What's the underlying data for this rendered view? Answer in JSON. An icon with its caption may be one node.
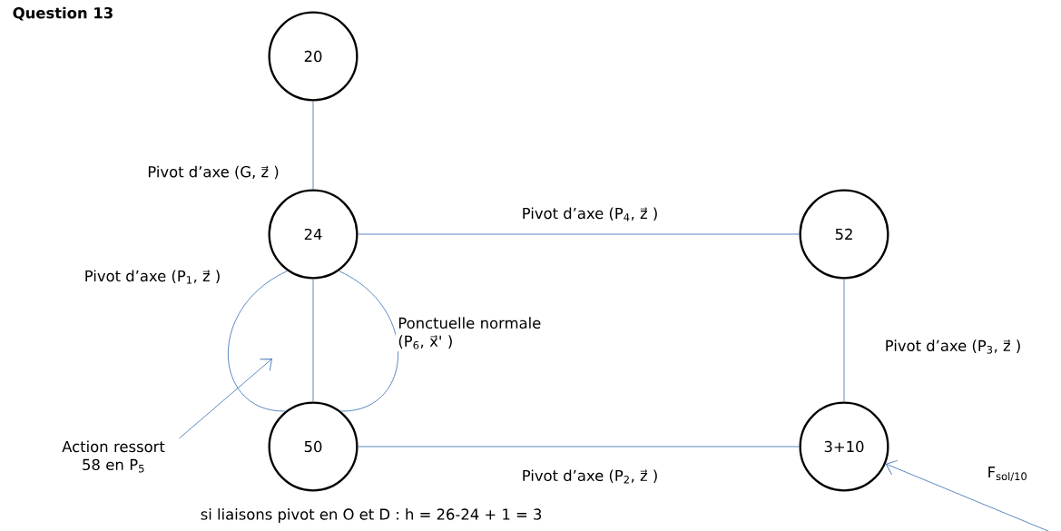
{
  "diagram": {
    "title": "Question 13",
    "nodes": [
      {
        "text": [
          "20"
        ]
      },
      {
        "text": [
          "24"
        ]
      },
      {
        "text": [
          "52"
        ]
      },
      {
        "text": [
          "50"
        ]
      },
      {
        "text": [
          "3+10"
        ]
      },
      {
        "text": [
          "Action ressort 58 en P$_{5}$"
        ]
      }
    ],
    "edges": [
      {
        "from": 0,
        "to": 1,
        "arrow": "none",
        "label": "Pivot d’axe (G, z⃗ )"
      },
      {
        "from": 1,
        "to": 2,
        "arrow": "none",
        "label": "Pivot d’axe (P$_{4}$, z⃗ )"
      },
      {
        "from": 2,
        "to": 4,
        "arrow": "none",
        "label": "Pivot d’axe (P$_{3}$, z⃗ )"
      },
      {
        "from": 3,
        "to": 4,
        "arrow": "none",
        "label": "Pivot d’axe (P$_{2}$, z⃗ )"
      },
      {
        "from": 1,
        "to": 3,
        "arrow": "none",
        "label": "Pivot d’axe (P$_{1}$, z⃗ )"
      },
      {
        "from": 1,
        "to": 3,
        "arrow": "none"
      },
      {
        "from": 1,
        "to": 3,
        "arrow": "none",
        "label": "Ponctuelle normale (P$_{6}$, x⃗' )"
      },
      {
        "from": 5,
        "to": null,
        "arrow": "to"
      },
      {
        "from": null,
        "to": 4,
        "arrow": "to",
        "label": "F$_{sol/10}$"
      }
    ],
    "labels": [
      "si liaisons pivot en O et D : h = 26-24 + 1 = 3"
    ]
  }
}
